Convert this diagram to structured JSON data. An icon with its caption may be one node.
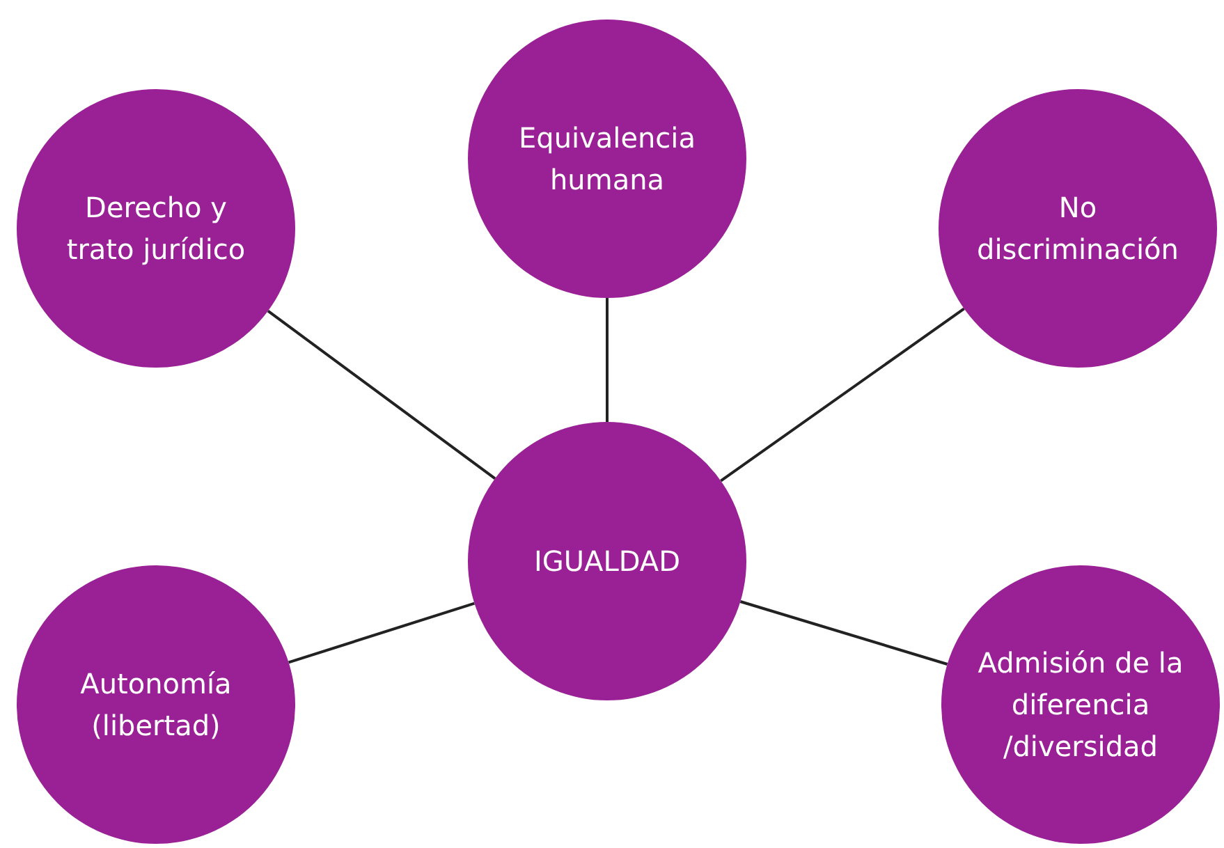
{
  "diagram": {
    "nodes": [
      {
        "text": [
          "Equivalencia humana"
        ]
      },
      {
        "text": [
          "Derecho y trato jurídico"
        ]
      },
      {
        "text": [
          "No discriminación"
        ]
      },
      {
        "text": [
          "IGUALDAD"
        ]
      },
      {
        "text": [
          "Autonomía (libertad)"
        ]
      },
      {
        "text": [
          "Admisión de la diferencia /diversidad"
        ]
      }
    ],
    "edges": [
      {
        "from": 3,
        "to": 0,
        "arrow": "none"
      },
      {
        "from": 3,
        "to": 1,
        "arrow": "none"
      },
      {
        "from": 3,
        "to": 2,
        "arrow": "none"
      },
      {
        "from": 3,
        "to": 4,
        "arrow": "none"
      },
      {
        "from": 3,
        "to": 5,
        "arrow": "none"
      }
    ]
  }
}
